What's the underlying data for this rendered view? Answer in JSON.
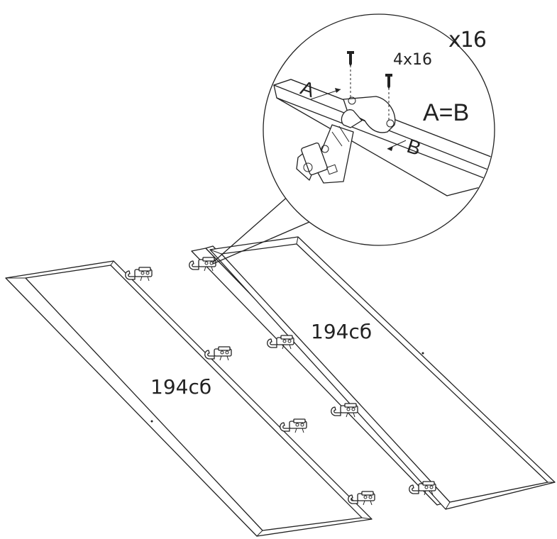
{
  "detail": {
    "quantity": "x16",
    "screw_spec": "4x16",
    "equality": "A=B",
    "dim_a": "A",
    "dim_b": "B"
  },
  "panels": [
    {
      "label": "194сб"
    },
    {
      "label": "194сб"
    }
  ],
  "colors": {
    "ink": "#222222",
    "paper": "#ffffff"
  },
  "icons": {
    "screw": "screw-icon",
    "hinge": "hinge-icon"
  }
}
